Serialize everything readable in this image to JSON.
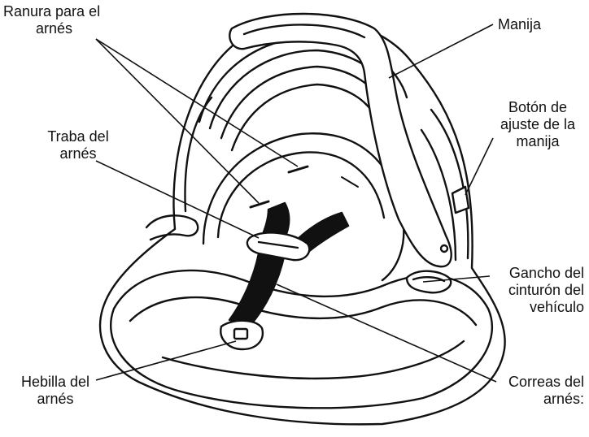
{
  "labels": {
    "harness_slot": [
      "Ranura para el",
      "arnés"
    ],
    "harness_clip": [
      "Traba del",
      "arnés"
    ],
    "buckle": [
      "Hebilla del",
      "arnés"
    ],
    "handle": [
      "Manija"
    ],
    "handle_button": [
      "Botón de",
      "ajuste de la",
      "manija"
    ],
    "belt_hook": [
      "Gancho del",
      "cinturón del",
      "vehículo"
    ],
    "straps": [
      "Correas del",
      "arnés:"
    ]
  },
  "colors": {
    "line": "#111111",
    "fill": "#ffffff",
    "strap": "#111111"
  }
}
